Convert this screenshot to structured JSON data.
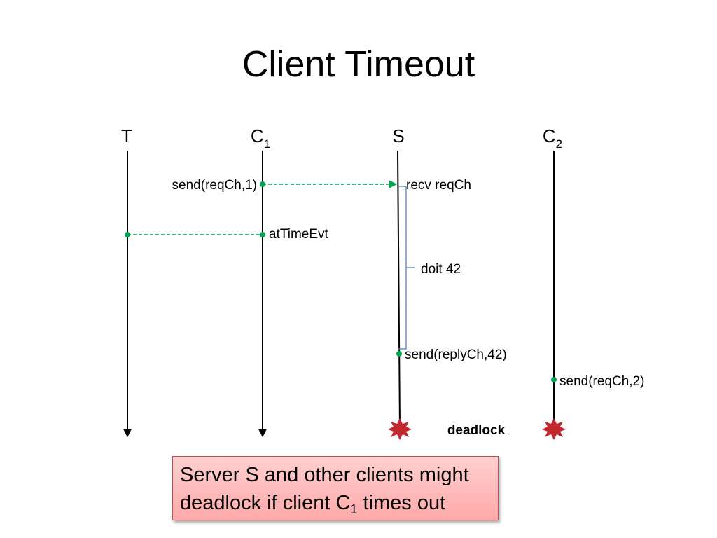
{
  "slide": {
    "title": "Client Timeout",
    "lifelines": [
      {
        "id": "T",
        "label": "T",
        "sub": ""
      },
      {
        "id": "C1",
        "label": "C",
        "sub": "1"
      },
      {
        "id": "S",
        "label": "S",
        "sub": ""
      },
      {
        "id": "C2",
        "label": "C",
        "sub": "2"
      }
    ],
    "messages": {
      "send_req1": "send(reqCh,1)",
      "recv_req": "recv reqCh",
      "at_time_evt": "atTimeEvt",
      "doit": "doit 42",
      "send_reply": "send(replyCh,42)",
      "send_req2": "send(reqCh,2)",
      "deadlock": "deadlock"
    },
    "note": {
      "line1": "Server S and other clients might",
      "line2_prefix": "deadlock if client C",
      "line2_sub": "1",
      "line2_suffix": " times out"
    },
    "colors": {
      "message_arrow": "#00a651",
      "brace": "#4f81bd",
      "deadlock_burst": "#c0282d",
      "note_border": "#c0504d",
      "note_fill": "#ffb3b3"
    }
  }
}
